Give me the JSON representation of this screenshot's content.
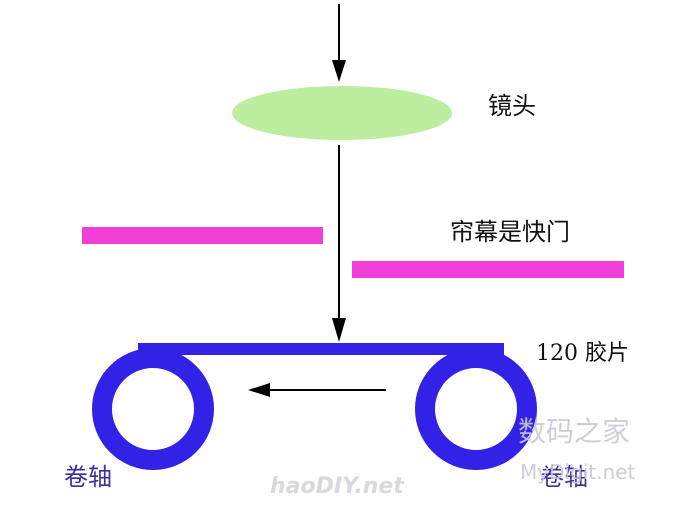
{
  "labels": {
    "lens": "镜头",
    "shutter": "帘幕是快门",
    "film": "120 胶片",
    "spool_left": "卷轴",
    "spool_right": "卷轴"
  },
  "watermarks": {
    "cn": "数码之家",
    "en": "MyDigit.net",
    "haodiy": "haoDIY.net"
  },
  "colors": {
    "lens_fill": "#bdeea0",
    "shutter": "#f23fd8",
    "film": "#3221e6",
    "arrow": "#000000",
    "spool_text": "#3a2fa0"
  }
}
